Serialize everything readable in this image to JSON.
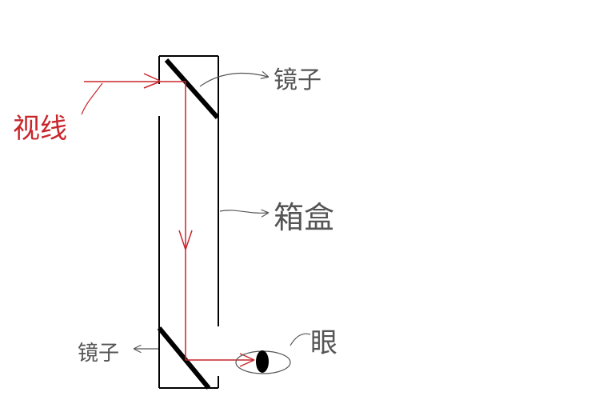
{
  "labels": {
    "mirror_top": "镜子",
    "line_of_sight": "视线",
    "box": "箱盒",
    "mirror_bottom": "镜子",
    "eye": "眼"
  },
  "colors": {
    "ray": "#c8262b",
    "ink": "#000000",
    "label_sight": "#c8262b",
    "label_other": "#555555"
  }
}
